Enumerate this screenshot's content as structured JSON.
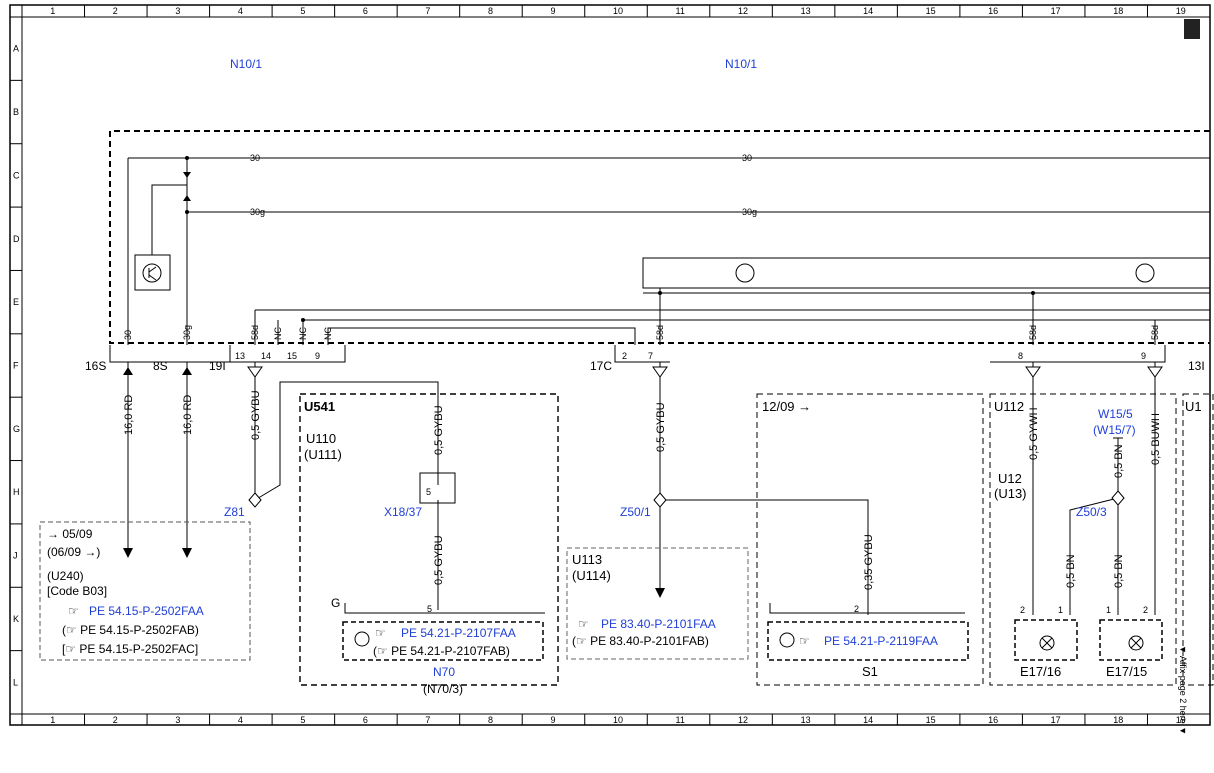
{
  "ruler": {
    "columns": [
      "1",
      "2",
      "3",
      "4",
      "5",
      "6",
      "7",
      "8",
      "9",
      "10",
      "11",
      "12",
      "13",
      "14",
      "15",
      "16",
      "17",
      "18",
      "19"
    ],
    "rows": [
      "A",
      "B",
      "C",
      "D",
      "E",
      "F",
      "G",
      "H",
      "J",
      "K",
      "L"
    ]
  },
  "module_labels": {
    "left": "N10/1",
    "right": "N10/1"
  },
  "bus": {
    "t30_a": "30",
    "t30_b": "30",
    "t30g_a": "30g",
    "t30g_b": "30g"
  },
  "pins": {
    "p30": "30",
    "p30g": "30g",
    "p58d_1": "58d",
    "p58d_2": "58d",
    "p58d_3": "58d",
    "p58d_4": "58d",
    "nc1": "NC",
    "nc2": "NC",
    "nc3": "NC",
    "n13": "13",
    "n14": "14",
    "n15": "15",
    "n9": "9",
    "n2": "2",
    "n7": "7",
    "n8": "8",
    "n9b": "9",
    "n13r": "13I"
  },
  "connectors": {
    "c16s": "16S",
    "c8s": "8S",
    "c19i": "19I",
    "c17c": "17C"
  },
  "wires": {
    "w_16rd_a": "16,0 RD",
    "w_16rd_b": "16,0 RD",
    "w_gybu_1": "0,5 GYBU",
    "w_gybu_2": "0,5 GYBU",
    "w_gybu_3": "0,5 GYBU",
    "w_gybu_4": "0,5 GYBU",
    "w_gybu_5": "0,35 GYBU",
    "w_gywh": "0,5 GYWH",
    "w_bn_1": "0,5 BN",
    "w_bn_2": "0,5 BN",
    "w_bn_3": "0,5 BN",
    "w_buwh": "0,5 BUWH"
  },
  "points": {
    "z81": "Z81",
    "z50_1": "Z50/1",
    "z50_3": "Z50/3",
    "x18": "X18/37",
    "w15": "W15/5",
    "w15b": "(W15/7)"
  },
  "box_left": {
    "l1": "→ 05/09",
    "l2": "(06/09 →)",
    "l3": "(U240)",
    "l4": "[Code B03]",
    "r1": "PE 54.15-P-2502FAA",
    "r2": "(☞ PE 54.15-P-2502FAB)",
    "r3": "[☞ PE 54.15-P-2502FAC]"
  },
  "box_n70": {
    "u541": "U541",
    "u110": "U110",
    "u111": "(U111)",
    "g": "G",
    "pin5a": "5",
    "pin5b": "5",
    "r1": "PE 54.21-P-2107FAA",
    "r2": "(☞ PE 54.21-P-2107FAB)",
    "name": "N70",
    "name2": "(N70/3)"
  },
  "box_u113": {
    "u113": "U113",
    "u114": "(U114)",
    "r1": "PE 83.40-P-2101FAA",
    "r2": "(☞ PE 83.40-P-2101FAB)"
  },
  "box_s1": {
    "date": "12/09 →",
    "pin2": "2",
    "r1": "PE 54.21-P-2119FAA",
    "name": "S1"
  },
  "box_e17": {
    "u112": "U112",
    "u12": "U12",
    "u13": "(U13)",
    "p2a": "2",
    "p1a": "1",
    "p1b": "1",
    "p2b": "2",
    "e16": "E17/16",
    "e15": "E17/15",
    "u1": "U1"
  },
  "affix": "▼ Affix page 2 here ▼",
  "ref_icon": "☞"
}
